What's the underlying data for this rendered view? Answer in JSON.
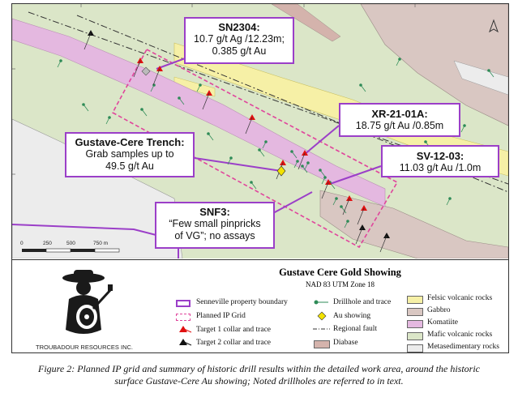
{
  "callouts": {
    "sn2304": {
      "title": "SN2304:",
      "line1": "10.7 g/t Ag /12.23m;",
      "line2": "0.385 g/t Au"
    },
    "xr2101a": {
      "title": "XR-21-01A:",
      "line1": "18.75 g/t Au /0.85m"
    },
    "gustave": {
      "title": "Gustave-Cere Trench:",
      "line1": "Grab samples up to",
      "line2": "49.5 g/t Au"
    },
    "sv1203": {
      "title": "SV-12-03:",
      "line1": "11.03 g/t Au /1.0m"
    },
    "snf3": {
      "title": "SNF3:",
      "line1": "“Few small pinpricks",
      "line2": "of VG”; no assays"
    }
  },
  "scale_bar": {
    "labels": [
      "0",
      "250",
      "500",
      "750 m"
    ]
  },
  "north_arrow": "north-arrow-icon",
  "legend": {
    "title": "Gustave Cere Gold Showing",
    "subtitle": "NAD 83 UTM Zone 18",
    "company": "TROUBADOUR RESOURCES INC.",
    "items": {
      "senneville": "Senneville property boundary",
      "ipgrid": "Planned IP Grid",
      "target1": "Target 1 collar and trace",
      "target2": "Target 2 collar and trace",
      "drillhole": "Drillhole and trace",
      "au": "Au showing",
      "fault": "Regional fault",
      "diabase": "Diabase",
      "felsic": "Felsic volcanic rocks",
      "gabbro": "Gabbro",
      "komatiite": "Komatiite",
      "mafic": "Mafic volcanic rocks",
      "metased": "Metasedimentary rocks"
    },
    "colors": {
      "felsic": "#f6f0a6",
      "gabbro": "#d9c7c2",
      "komatiite": "#e4b8e0",
      "mafic": "#dbe6c8",
      "metased": "#ececec",
      "diabase": "#d4b3ac",
      "boundary": "#9b3fc8",
      "ipgrid": "#e0459c",
      "target1": "#e01010",
      "target2": "#111111",
      "drillhole": "#2e8b57",
      "au": "#f2e200"
    }
  },
  "caption": {
    "line1": "Figure 2: Planned IP grid and summary of historic drill results within the detailed work area, around the historic",
    "line2": "surface Gustave-Cere Au showing; Noted drillholes are referred to in text."
  }
}
